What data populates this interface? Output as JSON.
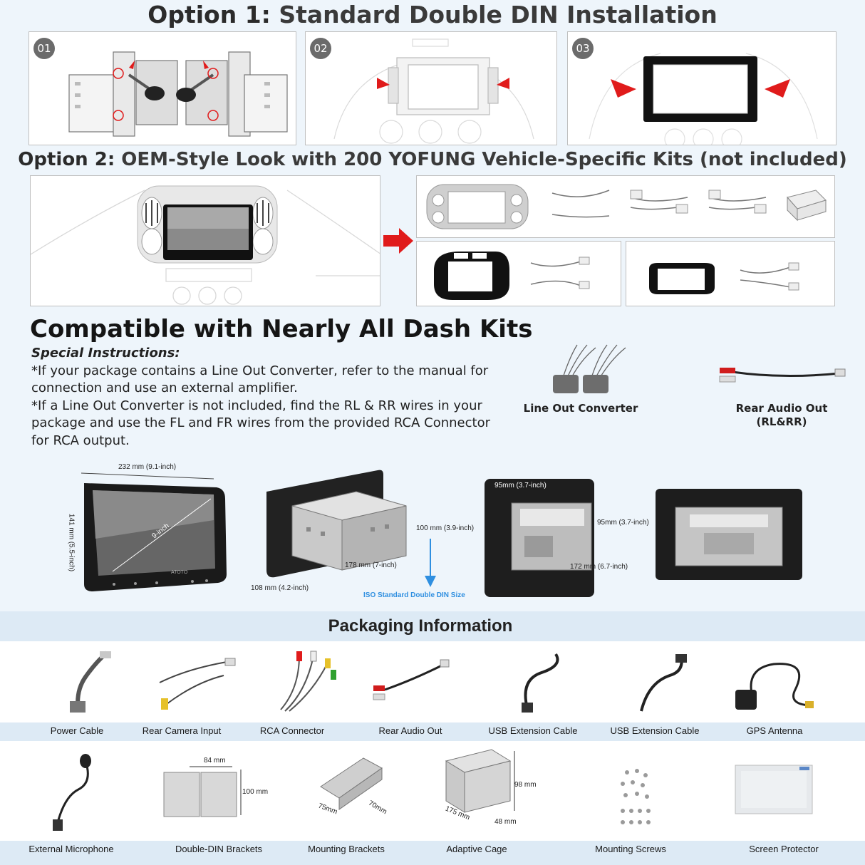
{
  "option1": {
    "prefix": "Option 1:",
    "title": "Standard Double DIN Installation",
    "steps": [
      "01",
      "02",
      "03"
    ]
  },
  "option2": {
    "prefix": "Option 2:",
    "title": "OEM-Style Look with 200 YOFUNG Vehicle-Specific Kits (not included)"
  },
  "compat": {
    "title": "Compatible with Nearly All Dash Kits",
    "special_label": "Special Instructions:",
    "line1a": "*If your package contains a Line Out Converter, refer to the manual for",
    "line1b": "connection and use an external amplifier.",
    "line2a": "*If a Line Out Converter is not included, find the RL & RR wires in your",
    "line2b": "package and use the FL and FR wires from the provided RCA Connector",
    "line2c": "for RCA output.",
    "converter_label": "Line Out Converter",
    "rear_audio_label": "Rear Audio Out",
    "rear_audio_sub": "(RL&RR)"
  },
  "dimensions": {
    "width": "232 mm (9.1-inch)",
    "height": "141 mm (5.5-inch)",
    "diag": "9-inch",
    "brand": "ATOTO",
    "chassis_h": "100 mm (3.9-inch)",
    "chassis_d": "178 mm (7-inch)",
    "chassis_w": "108 mm (4.2-inch)",
    "iso": "ISO Standard Double DIN Size",
    "rear_w": "95mm (3.7-inch)",
    "rear_h": "95mm (3.7-inch)",
    "rear_d": "172 mm (6.7-inch)"
  },
  "packaging": {
    "title": "Packaging Information",
    "row1": [
      "Power Cable",
      "Rear Camera Input",
      "RCA Connector",
      "Rear Audio Out",
      "USB Extension Cable",
      "USB Extension Cable",
      "GPS Antenna"
    ],
    "row2": [
      "External Microphone",
      "Double-DIN Brackets",
      "Mounting Brackets",
      "Adaptive Cage",
      "Mounting Screws",
      "Screen Protector"
    ],
    "bracket_w": "84 mm",
    "bracket_h": "100 mm",
    "mount_a": "75mm",
    "mount_b": "70mm",
    "cage_h": "98 mm",
    "cage_d": "175 mm",
    "cage_w": "48 mm"
  },
  "colors": {
    "accent_red": "#e01b1b",
    "iso_blue": "#2f8fe0",
    "strip": "#ddeaf5"
  }
}
